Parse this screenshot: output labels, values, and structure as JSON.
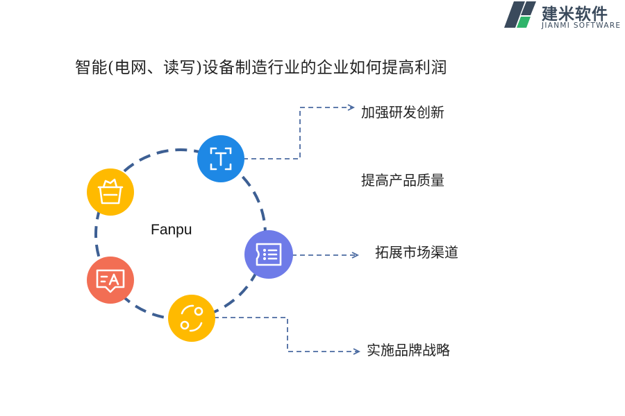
{
  "logo": {
    "name_cn": "建米软件",
    "name_en": "JIANMI SOFTWARE",
    "colors": {
      "dark": "#3a4a5c",
      "green": "#2fb46a"
    }
  },
  "title": "智能(电网、读写)设备制造行业的企业如何提高利润",
  "diagram": {
    "center_label": "Fanpu",
    "ring_color": "#3d5f93",
    "connector_color": "#4a6aa0",
    "icons": [
      {
        "name": "text-icon",
        "color": "#1e88e5"
      },
      {
        "name": "list-icon",
        "color": "#6e7be8"
      },
      {
        "name": "refresh-icon",
        "color": "#ffba00"
      },
      {
        "name": "translate-icon",
        "color": "#f26e54"
      },
      {
        "name": "basket-icon",
        "color": "#ffba00"
      }
    ],
    "branches": [
      {
        "label": "加强研发创新"
      },
      {
        "label": "提高产品质量"
      },
      {
        "label": "拓展市场渠道"
      },
      {
        "label": "实施品牌战略"
      }
    ]
  }
}
